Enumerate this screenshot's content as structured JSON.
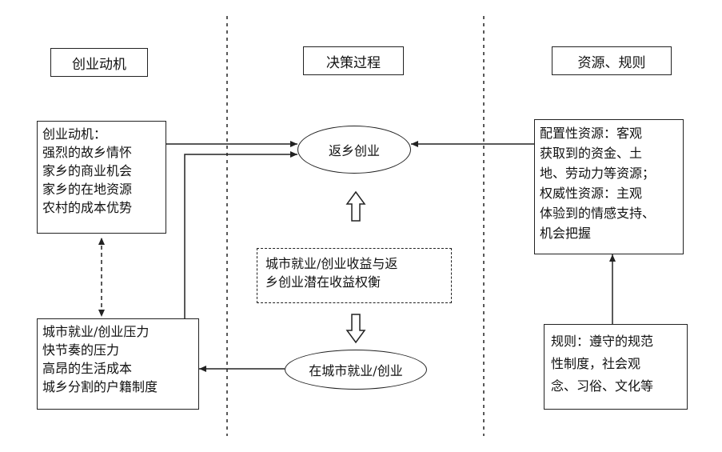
{
  "headers": {
    "left": "创业动机",
    "middle": "决策过程",
    "right": "资源、规则"
  },
  "motivation_box": {
    "lines": [
      "创业动机：",
      "强烈的故乡情怀",
      "家乡的商业机会",
      "家乡的在地资源",
      "农村的成本优势"
    ]
  },
  "pressure_box": {
    "lines": [
      "城市就业/创业压力",
      "快节奏的压力",
      "高昂的生活成本",
      "城乡分割的户籍制度"
    ]
  },
  "return_ellipse": "返乡创业",
  "city_ellipse": "在城市就业/创业",
  "tradeoff_box": {
    "lines": [
      "城市就业/创业收益与返",
      "乡创业潜在收益权衡"
    ]
  },
  "resources_box": {
    "lines": [
      "配置性资源：客观",
      "获取到的资金、土",
      "地、劳动力等资源；",
      "权威性资源：主观",
      "体验到的情感支持、",
      "机会把握"
    ]
  },
  "rules_box": {
    "lines": [
      "规则：遵守的规范",
      "性制度，社会观",
      "念、习俗、文化等"
    ]
  }
}
